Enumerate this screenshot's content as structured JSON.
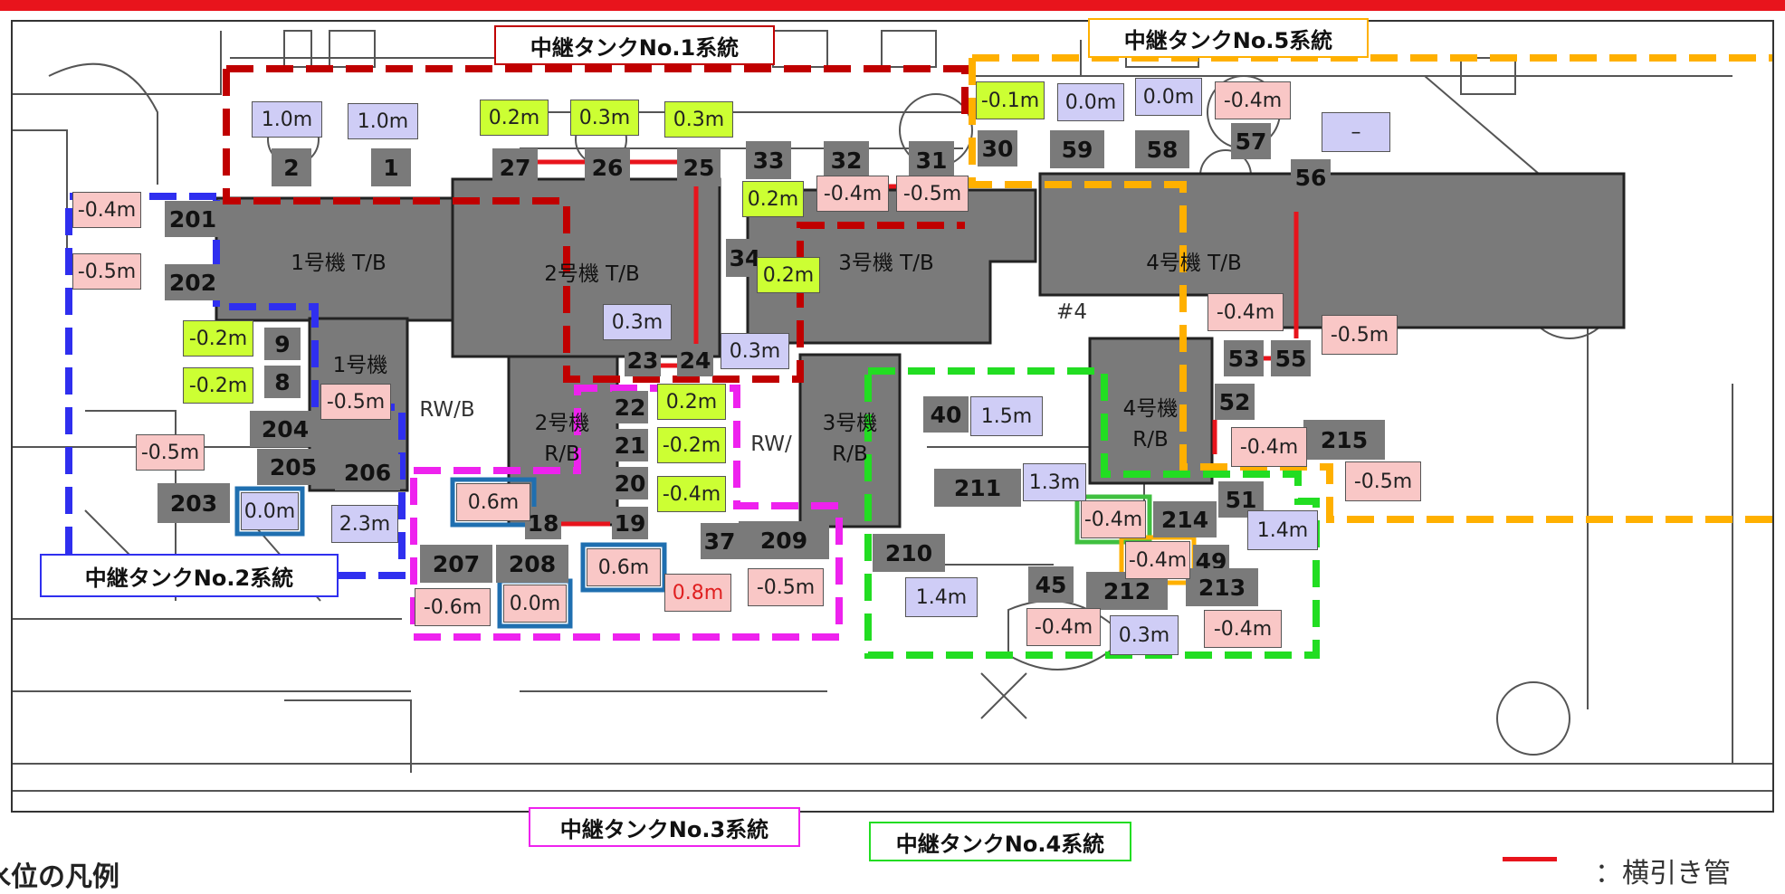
{
  "legend": {
    "title": "水位の凡例",
    "pipe_label": "：横引き管",
    "pipe_color": "#e8141c"
  },
  "colors": {
    "system1": "#c00000",
    "system2": "#2f2fef",
    "system3": "#ee22ee",
    "system4": "#22dd22",
    "system5": "#ffb000",
    "building": "#7a7a7a",
    "level_blue": "#cfcdf6",
    "level_pink": "#f9c7c6",
    "level_green": "#ccff33",
    "highlight_blue": "#1f6fb0",
    "highlight_green": "#40c040",
    "highlight_orange": "#ffb000"
  },
  "systems": [
    {
      "id": "s1",
      "label": "中継タンクNo.1系統"
    },
    {
      "id": "s2",
      "label": "中継タンクNo.2系統"
    },
    {
      "id": "s3",
      "label": "中継タンクNo.3系統"
    },
    {
      "id": "s4",
      "label": "中継タンクNo.4系統"
    },
    {
      "id": "s5",
      "label": "中継タンクNo.5系統"
    }
  ],
  "buildings": [
    {
      "id": "u1tb",
      "label": "1号機 T/B"
    },
    {
      "id": "u2tb",
      "label": "2号機 T/B"
    },
    {
      "id": "u3tb",
      "label": "3号機 T/B"
    },
    {
      "id": "u4tb",
      "label": "4号機 T/B"
    },
    {
      "id": "u1rb",
      "label": "1号機"
    },
    {
      "id": "u2rb",
      "label": "2号機\nR/B"
    },
    {
      "id": "u3rb",
      "label": "3号機\nR/B"
    },
    {
      "id": "u4rb",
      "label": "4号機\nR/B"
    },
    {
      "id": "rwb1",
      "label": "RW/B"
    },
    {
      "id": "rwb2",
      "label": "RW/"
    },
    {
      "id": "mark4",
      "label": "#4"
    }
  ],
  "pits": [
    "1",
    "2",
    "8",
    "9",
    "18",
    "19",
    "20",
    "21",
    "22",
    "23",
    "24",
    "25",
    "26",
    "27",
    "30",
    "31",
    "32",
    "33",
    "34",
    "37",
    "40",
    "45",
    "49",
    "51",
    "52",
    "53",
    "55",
    "56",
    "57",
    "58",
    "59",
    "201",
    "202",
    "203",
    "204",
    "205",
    "206",
    "207",
    "208",
    "209",
    "210",
    "211",
    "212",
    "213",
    "214",
    "215"
  ],
  "levels": [
    {
      "id": "p1",
      "value": "1.0m",
      "color": "blue"
    },
    {
      "id": "p2",
      "value": "1.0m",
      "color": "blue"
    },
    {
      "id": "p27",
      "value": "0.2m",
      "color": "green"
    },
    {
      "id": "p26",
      "value": "0.3m",
      "color": "green"
    },
    {
      "id": "p25",
      "value": "0.3m",
      "color": "green"
    },
    {
      "id": "p30",
      "value": "-0.1m",
      "color": "green"
    },
    {
      "id": "p59",
      "value": "0.0m",
      "color": "blue"
    },
    {
      "id": "p58",
      "value": "0.0m",
      "color": "blue"
    },
    {
      "id": "p57",
      "value": "-0.4m",
      "color": "pink"
    },
    {
      "id": "p56",
      "value": "–",
      "color": "blue"
    },
    {
      "id": "p33",
      "value": "0.2m",
      "color": "green"
    },
    {
      "id": "p32",
      "value": "-0.4m",
      "color": "pink"
    },
    {
      "id": "p31",
      "value": "-0.5m",
      "color": "pink"
    },
    {
      "id": "p34",
      "value": "0.2m",
      "color": "green"
    },
    {
      "id": "p23",
      "value": "0.3m",
      "color": "blue"
    },
    {
      "id": "p24",
      "value": "0.3m",
      "color": "blue"
    },
    {
      "id": "p201",
      "value": "-0.4m",
      "color": "pink"
    },
    {
      "id": "p202",
      "value": "-0.5m",
      "color": "pink"
    },
    {
      "id": "p9",
      "value": "-0.2m",
      "color": "green"
    },
    {
      "id": "p8",
      "value": "-0.2m",
      "color": "green"
    },
    {
      "id": "p1rb",
      "value": "-0.5m",
      "color": "pink"
    },
    {
      "id": "p204",
      "value": "-0.5m",
      "color": "pink"
    },
    {
      "id": "p205",
      "value": "0.0m",
      "color": "blue",
      "highlight": "blue"
    },
    {
      "id": "p206",
      "value": "2.3m",
      "color": "blue"
    },
    {
      "id": "p22",
      "value": "0.2m",
      "color": "green"
    },
    {
      "id": "p21",
      "value": "-0.2m",
      "color": "green"
    },
    {
      "id": "p20",
      "value": "-0.4m",
      "color": "green"
    },
    {
      "id": "p18",
      "value": "0.6m",
      "color": "pink",
      "highlight": "blue"
    },
    {
      "id": "p19",
      "value": "0.6m",
      "color": "pink",
      "highlight": "blue"
    },
    {
      "id": "p207",
      "value": "-0.6m",
      "color": "pink"
    },
    {
      "id": "p208",
      "value": "0.0m",
      "color": "pink",
      "highlight": "blue"
    },
    {
      "id": "p37",
      "value": "0.8m",
      "color": "pink",
      "text": "red"
    },
    {
      "id": "p209",
      "value": "-0.5m",
      "color": "pink"
    },
    {
      "id": "p40",
      "value": "1.5m",
      "color": "blue"
    },
    {
      "id": "p211",
      "value": "1.3m",
      "color": "blue"
    },
    {
      "id": "p210",
      "value": "1.4m",
      "color": "blue"
    },
    {
      "id": "p214",
      "value": "-0.4m",
      "color": "pink",
      "highlight": "green"
    },
    {
      "id": "p49",
      "value": "-0.4m",
      "color": "pink",
      "highlight": "orange"
    },
    {
      "id": "p45",
      "value": "-0.4m",
      "color": "pink"
    },
    {
      "id": "p212",
      "value": "0.3m",
      "color": "blue"
    },
    {
      "id": "p213",
      "value": "-0.4m",
      "color": "pink"
    },
    {
      "id": "p51",
      "value": "1.4m",
      "color": "blue"
    },
    {
      "id": "p4tb",
      "value": "-0.4m",
      "color": "pink"
    },
    {
      "id": "p55",
      "value": "-0.5m",
      "color": "pink"
    },
    {
      "id": "p52",
      "value": "-0.4m",
      "color": "pink"
    },
    {
      "id": "p215",
      "value": "-0.5m",
      "color": "pink"
    }
  ]
}
